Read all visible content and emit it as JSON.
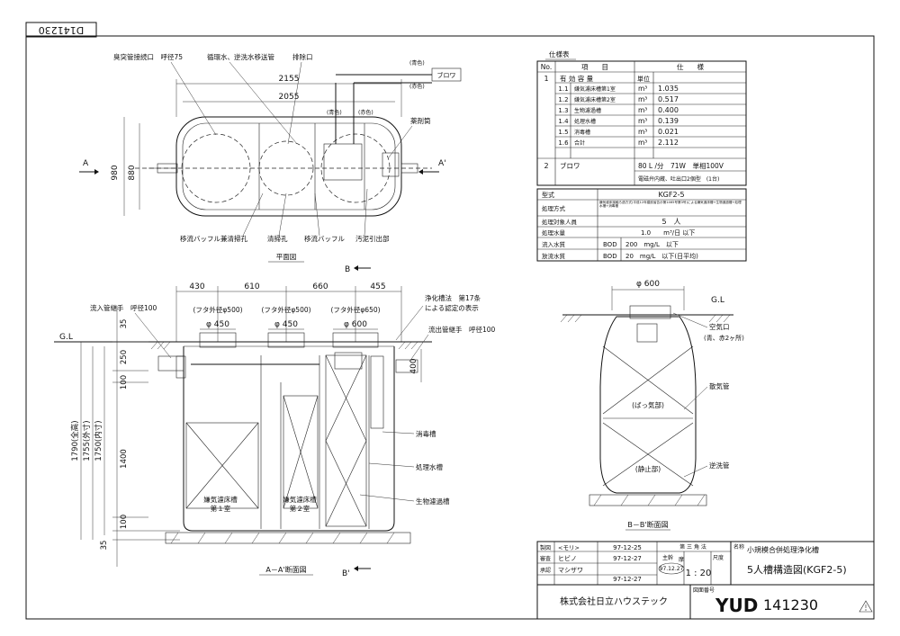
{
  "drawing_number_rotated": "D141230",
  "plan_view": {
    "labels": {
      "odor_pipe": "臭突管接続口　呼径75",
      "circulation_pipe": "循環水、逆洗水移送管",
      "exhaust_port": "排除口",
      "blue1": "(青色)",
      "blower": "ブロワ",
      "red1": "(赤色)",
      "blue2": "(青色)",
      "red2": "(赤色)",
      "chem_tube": "薬剤筒",
      "dim_total": "2155",
      "dim_inner": "2055",
      "dim_h_outer": "980",
      "dim_h_inner": "880",
      "arrow_a": "A",
      "arrow_a2": "A'",
      "baffle_clean": "移流バッフル兼清掃孔",
      "clean_hole": "清掃孔",
      "baffle": "移流バッフル",
      "sludge_port": "汚泥引出部",
      "caption": "平面図"
    }
  },
  "section_aa": {
    "labels": {
      "b_top": "B",
      "d430": "430",
      "d610": "610",
      "d660": "660",
      "d455": "455",
      "lid1": "(フタ外径φ500)",
      "lid2": "(フタ外径φ500)",
      "lid3": "(フタ外径φ650)",
      "phi1": "φ 450",
      "phi2": "φ 450",
      "phi3": "φ 600",
      "cert": "浄化槽法　第17条",
      "cert2": "による認定の表示",
      "inlet": "流入管継手　呼径100",
      "outlet": "流出管継手　呼径100",
      "gl": "G.L",
      "d35": "35",
      "d250": "250",
      "d100a": "100",
      "d1400": "1400",
      "d100b": "100",
      "d35b": "35",
      "d400": "400",
      "d1790": "1790(全高)",
      "d1755": "1755(外寸)",
      "d1750": "1750(内寸)",
      "disinfect": "消毒槽",
      "treated": "処理水槽",
      "biofilter": "生物濾過槽",
      "anaerobic1": "嫌気濾床槽",
      "anaerobic1b": "第１室",
      "anaerobic2": "嫌気濾床槽",
      "anaerobic2b": "第２室",
      "caption": "A－A'断面図",
      "b_bottom": "B'"
    }
  },
  "section_bb": {
    "labels": {
      "phi600": "φ 600",
      "gl": "G.L",
      "air_port": "空気口",
      "air_port2": "(青、赤2ヶ所)",
      "diffuser": "散気管",
      "aeration": "(ばっ気部)",
      "backwash": "逆洗管",
      "still": "(静止部)",
      "caption": "B－B'断面図"
    }
  },
  "spec_table": {
    "title": "仕様表",
    "header": [
      "No.",
      "項　　目",
      "仕　　様"
    ],
    "section1_no": "1",
    "section1_title": "有 効 容 量",
    "unit_header": "単位",
    "rows": [
      {
        "no": "1.1",
        "item": "嫌気濾床槽第1室",
        "unit": "m³",
        "value": "1.035"
      },
      {
        "no": "1.2",
        "item": "嫌気濾床槽第2室",
        "unit": "m³",
        "value": "0.517"
      },
      {
        "no": "1.3",
        "item": "生物濾過槽",
        "unit": "m³",
        "value": "0.400"
      },
      {
        "no": "1.4",
        "item": "処理水槽",
        "unit": "m³",
        "value": "0.139"
      },
      {
        "no": "1.5",
        "item": "消毒槽",
        "unit": "m³",
        "value": "0.021"
      },
      {
        "no": "1.6",
        "item": "合計",
        "unit": "m³",
        "value": "2.112"
      }
    ],
    "section2_no": "2",
    "section2_title": "ブロワ",
    "blower_spec": "80 L /分　71W　単相100V",
    "blower_note": "電磁弁内蔵、吐出口2個型　(1台)"
  },
  "model_table": {
    "rows": [
      {
        "label": "型式",
        "value": "KGF2-5"
      },
      {
        "label": "処理方式",
        "value": "嫌気濾床接触ろ過方式(平成12年建設省告示第1465号第3号)による嫌気濾床槽+生物濾過槽+処理水槽+消毒槽"
      },
      {
        "label": "処理対象人員",
        "value": "5　人"
      },
      {
        "label": "処理水量",
        "value": "1.0　　m³/日 以下"
      },
      {
        "label": "流入水質",
        "unit": "BOD",
        "value": "200　mg/L　以下"
      },
      {
        "label": "放流水質",
        "unit": "BOD",
        "value": "20　mg/L　以下(日平均)"
      }
    ]
  },
  "title_block": {
    "drawn_label": "製図",
    "drawn_name": "<モリ>",
    "drawn_date": "97-12-25",
    "check_label": "審査",
    "check_name": "ヒビノ",
    "check_date": "97-12-27",
    "approve_label": "承認",
    "approve_name": "マシザワ",
    "approve_date": "97-12-27",
    "projection_label": "第 三 角 法",
    "stamp_top": "主幹",
    "stamp_date": "97.12.27",
    "stamp_bottom": "摩",
    "scale_label": "尺度",
    "scale": "1 : 20",
    "name_label": "名称",
    "product_name": "小規模合併処理浄化槽",
    "drawing_title": "5人槽構造図(KGF2-5)",
    "company": "株式会社日立ハウステック",
    "dwg_no_label": "図面番号",
    "dwg_no_prefix": "YUD",
    "dwg_no": "141230"
  }
}
